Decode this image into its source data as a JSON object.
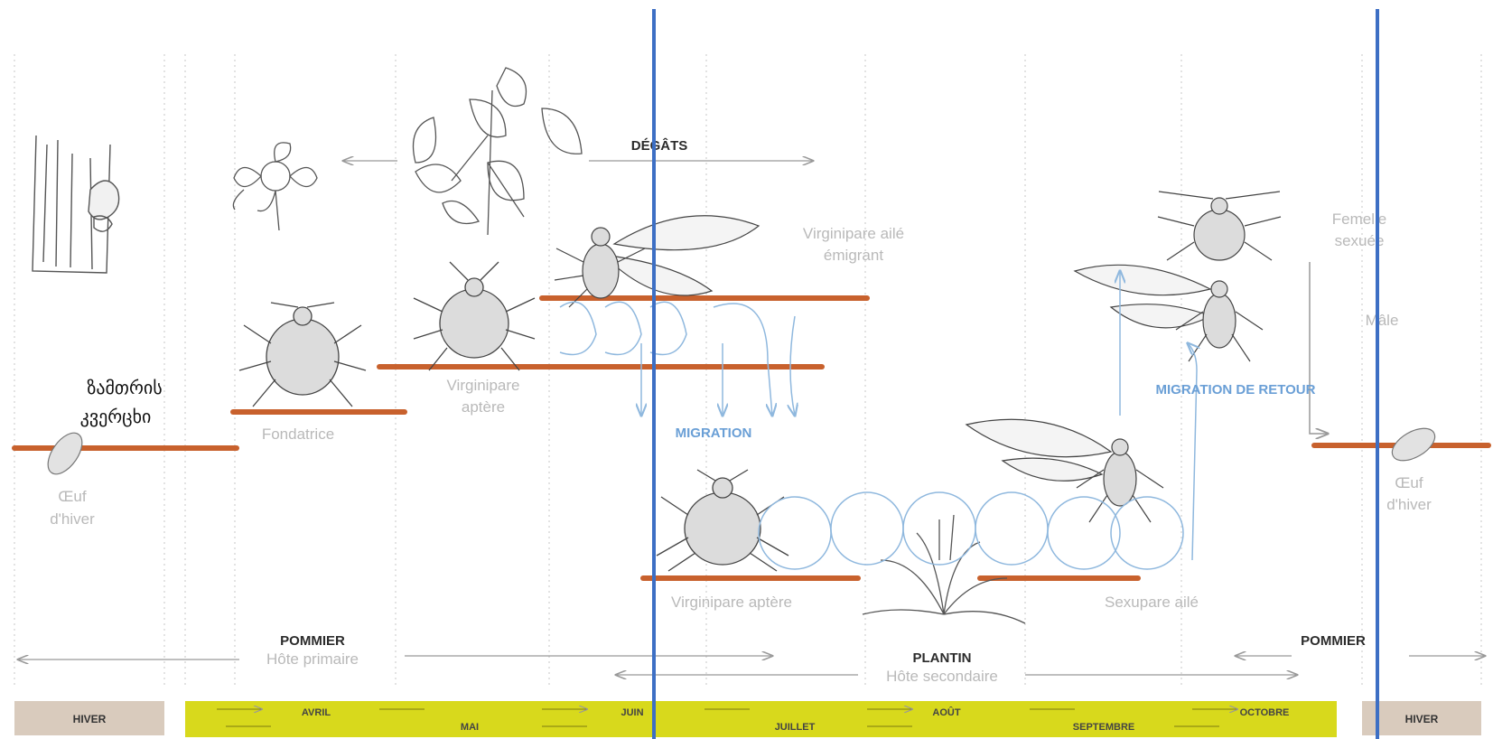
{
  "colors": {
    "orange_bar": "#c8612d",
    "blue_flow": "#8fb8de",
    "blue_marker": "#3d6fc4",
    "winter_box": "#d9cbbd",
    "season_bar": "#d8d91c",
    "gray_text": "#b9b9b9"
  },
  "top_labels": {
    "degats": "DÉGÂTS",
    "virginipare_aile": "Virginipare ailé",
    "emigrant": "émigrant",
    "femelle": "Femelle",
    "sexuee": "sexuée",
    "male": "Mâle"
  },
  "mid_labels": {
    "virginipare1": "Virginipare",
    "aptere1": "aptère",
    "fondatrice": "Fondatrice",
    "georgian_line1": "ზამთრის",
    "georgian_line2": "კვერცხი",
    "oeuf_left_1": "Œuf",
    "oeuf_left_2": "d'hiver",
    "oeuf_right_1": "Œuf",
    "oeuf_right_2": "d'hiver",
    "migration": "MIGRATION",
    "migration_retour": "MIGRATION DE RETOUR",
    "virginipare_aptere2": "Virginipare aptère",
    "sexupare_aile": "Sexupare ailé"
  },
  "bottom_labels": {
    "pommier_left": "POMMIER",
    "hote_primaire": "Hôte primaire",
    "plantin": "PLANTIN",
    "hote_secondaire": "Hôte secondaire",
    "pommier_right": "POMMIER"
  },
  "season_bar": {
    "hiver_left": "HIVER",
    "hiver_right": "HIVER",
    "months_top": [
      "AVRIL",
      "JUIN",
      "AOÛT",
      "OCTOBRE"
    ],
    "months_bottom": [
      "MAI",
      "JUILLET",
      "SEPTEMBRE"
    ]
  },
  "icons": [
    "apple-tree-trunk-icon",
    "apple-blossom-icon",
    "apple-leaves-icon",
    "plantain-plant-icon",
    "aphid-icon",
    "winged-aphid-icon",
    "egg-icon"
  ]
}
